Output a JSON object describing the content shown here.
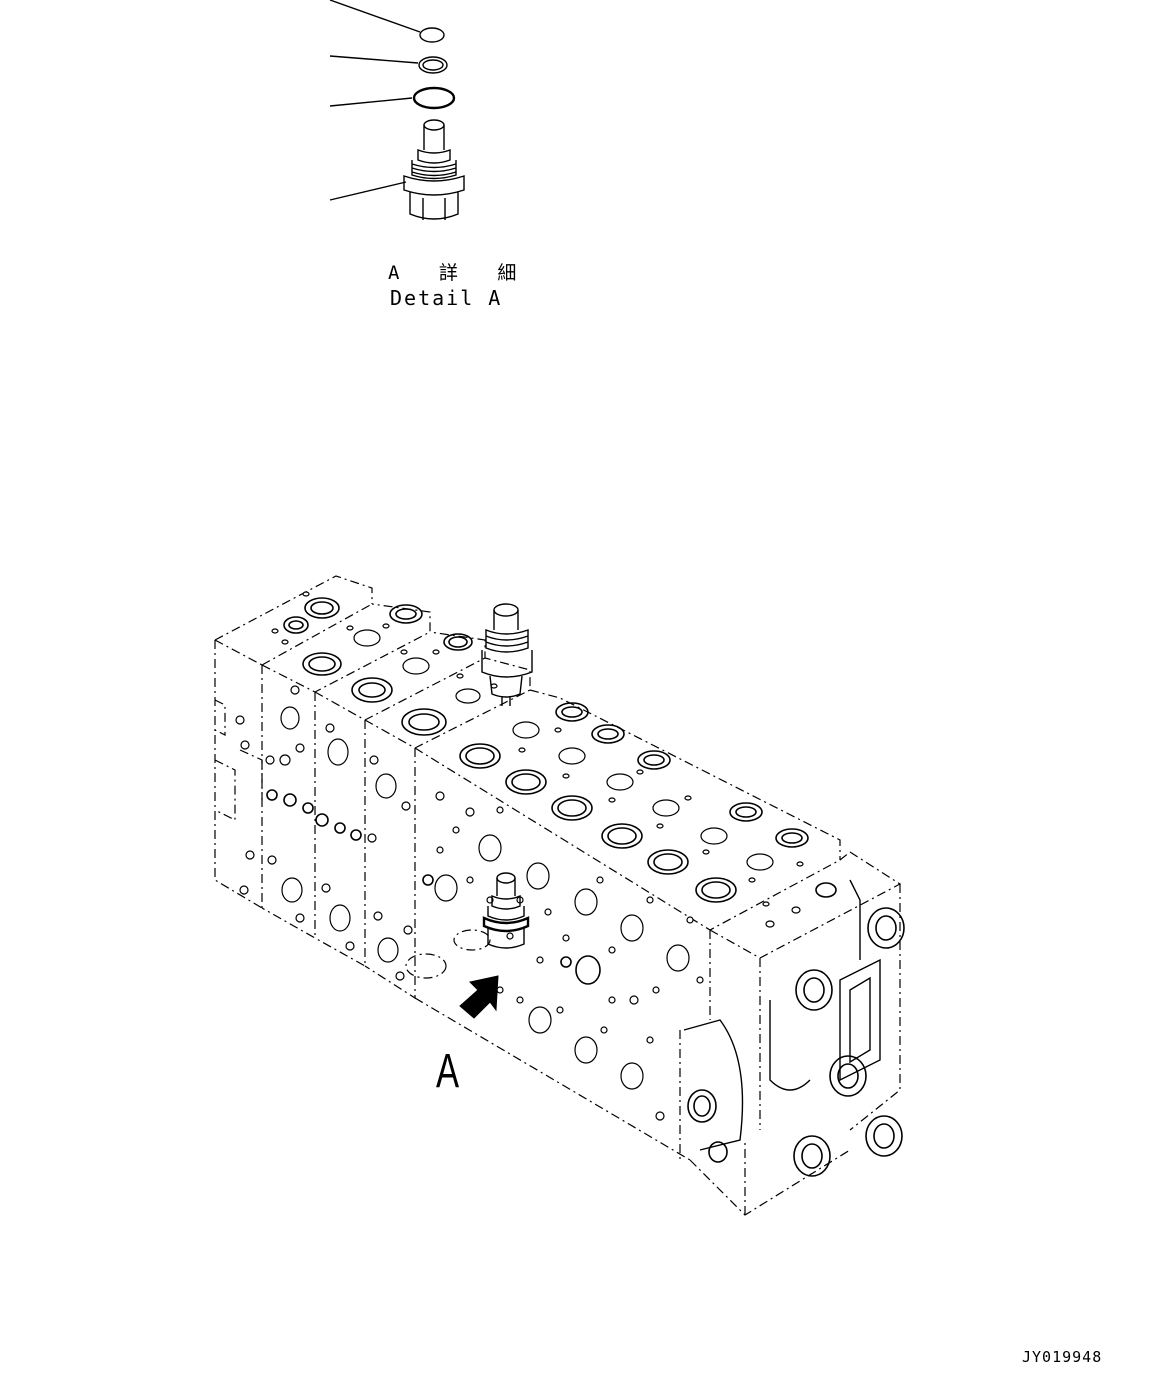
{
  "detail": {
    "label_jp": "A 詳 細",
    "label_en": "Detail A"
  },
  "view_label": "A",
  "drawing_number": "JY019948",
  "parts": [
    {
      "name": "seal-cap"
    },
    {
      "name": "backup-ring"
    },
    {
      "name": "o-ring"
    },
    {
      "name": "valve-plug"
    }
  ]
}
